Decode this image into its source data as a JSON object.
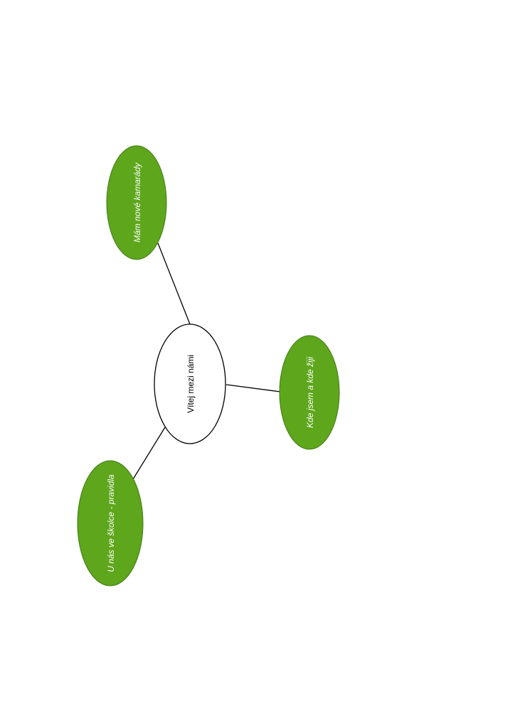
{
  "diagram": {
    "center": {
      "label": "Vítej mezi námi"
    },
    "branches": [
      {
        "label": "Mám nové kamarády"
      },
      {
        "label": "Kde jsem a kde žiji"
      },
      {
        "label": "U nás ve školce - pravidla"
      }
    ],
    "colors": {
      "branch_fill": "#5ea61c",
      "branch_stroke": "#3f7a10",
      "center_fill": "#ffffff",
      "line": "#000000"
    }
  }
}
